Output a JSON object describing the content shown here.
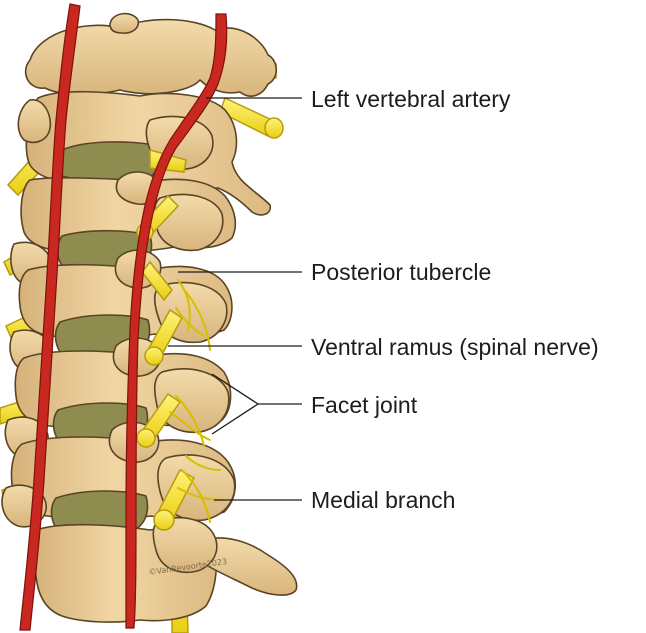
{
  "labels": {
    "left_vertebral_artery": "Left vertebral artery",
    "posterior_tubercle": "Posterior tubercle",
    "ventral_ramus": "Ventral ramus (spinal nerve)",
    "facet_joint": "Facet joint",
    "medial_branch": "Medial branch"
  },
  "signature": "©VanRevoorte2023",
  "colors": {
    "bone": "#edcf9a",
    "bone_shadow": "#c9a46a",
    "bone_outline": "#5a4424",
    "disc": "#8f8c4f",
    "artery": "#c8281f",
    "nerve": "#f4e21a",
    "leader_line": "#1d1d1b"
  }
}
